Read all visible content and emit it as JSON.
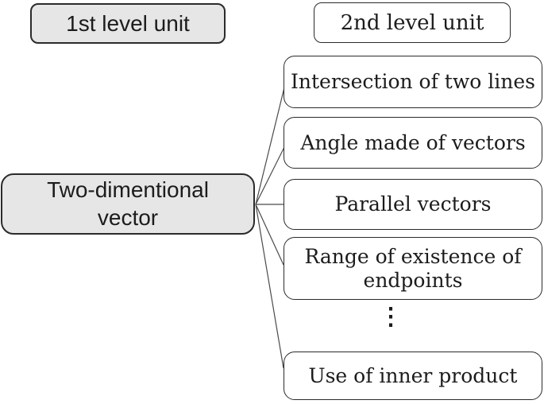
{
  "headers": {
    "first": "1st level unit",
    "second": "2nd level unit"
  },
  "root_unit": {
    "label": "Two-dimentional vector"
  },
  "second_level_units": [
    "Intersection of two lines",
    "Angle made of vectors",
    "Parallel vectors",
    "Range of existence of endpoints",
    "Use of inner product"
  ],
  "ellipsis": "⋮",
  "colors": {
    "node_fill_gray": "#e6e6e6",
    "node_fill_white": "#ffffff",
    "node_border": "#2b2b2b",
    "connector_line": "#4a4a4a"
  }
}
